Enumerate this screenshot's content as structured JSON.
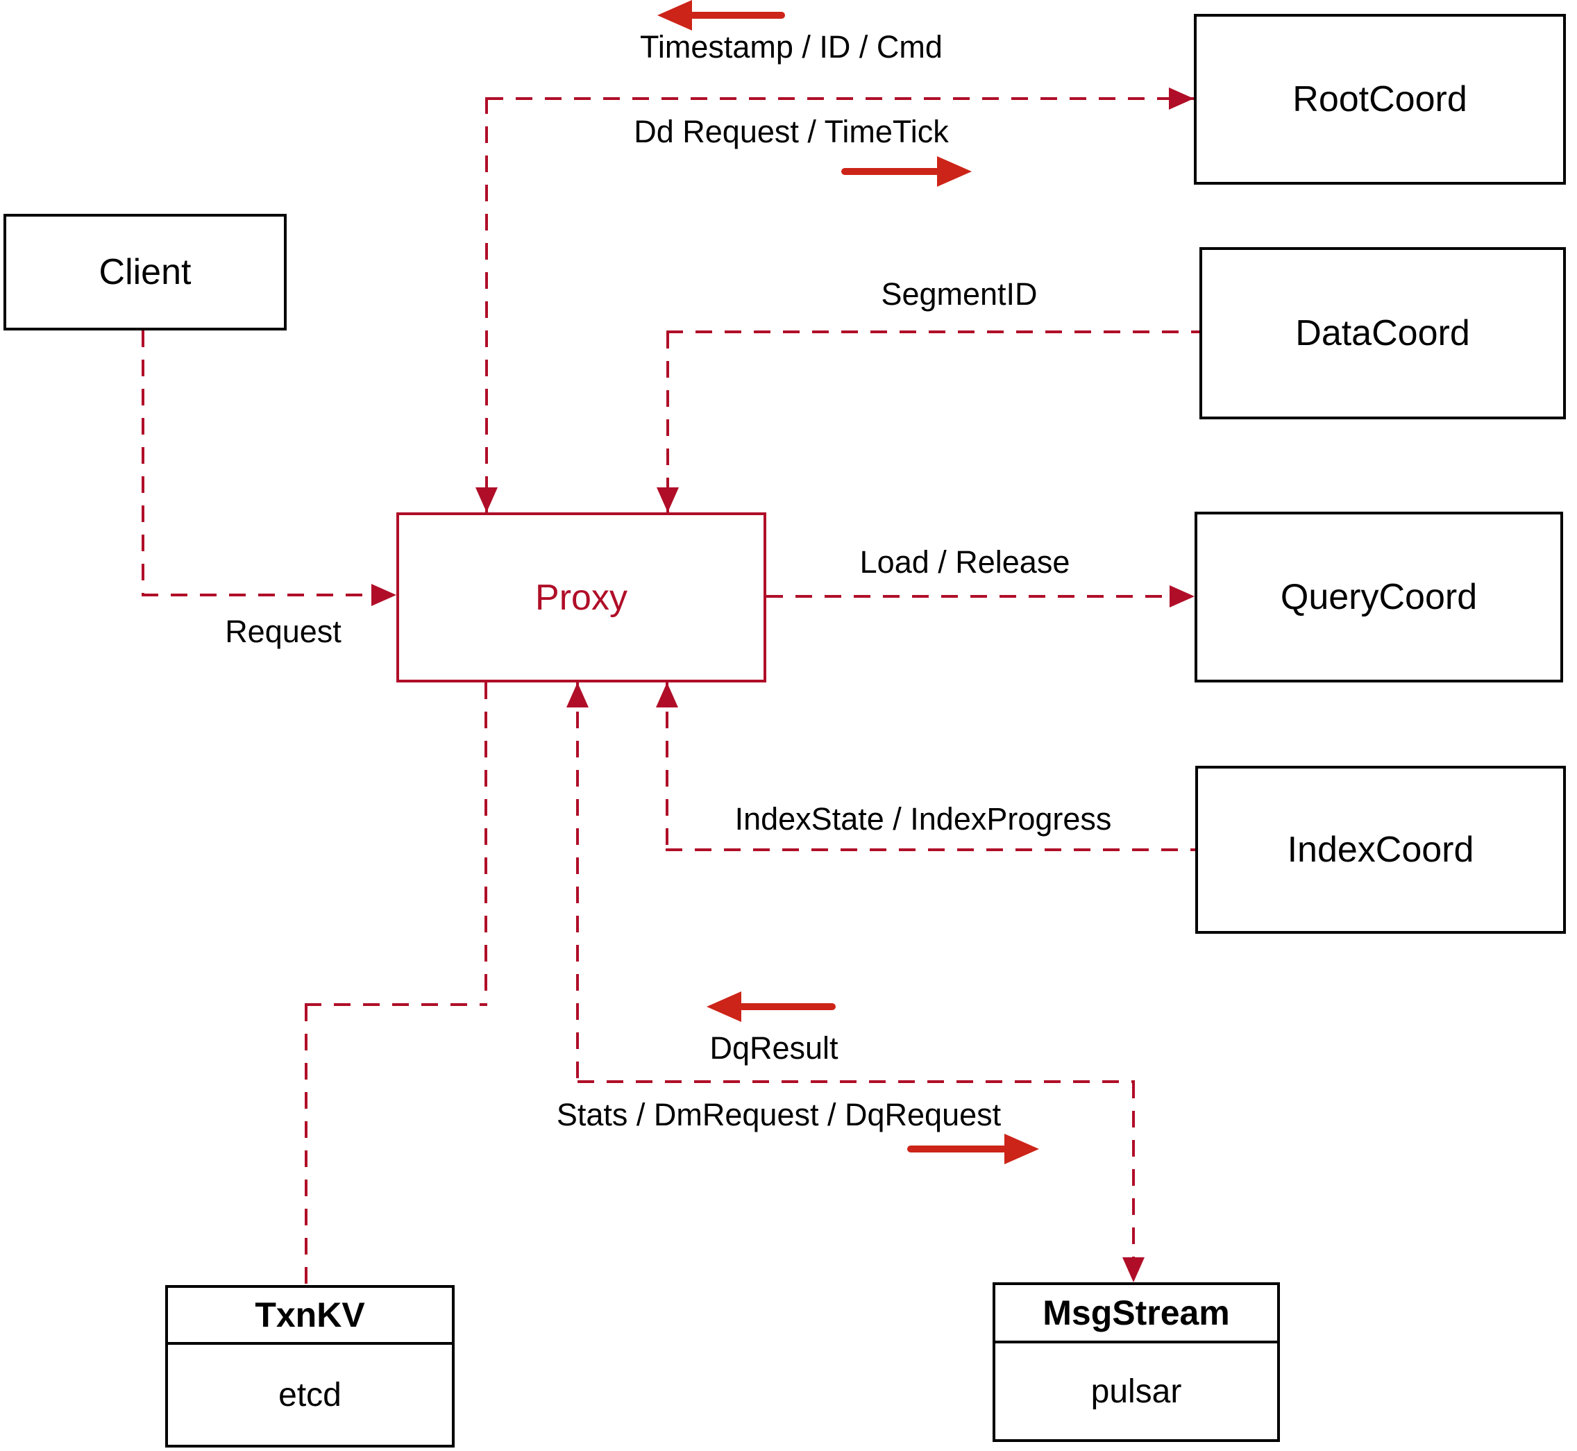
{
  "nodes": {
    "client": {
      "label": "Client"
    },
    "root_coord": {
      "label": "RootCoord"
    },
    "data_coord": {
      "label": "DataCoord"
    },
    "query_coord": {
      "label": "QueryCoord"
    },
    "index_coord": {
      "label": "IndexCoord"
    },
    "proxy": {
      "label": "Proxy"
    },
    "txn_kv": {
      "title": "TxnKV",
      "impl": "etcd"
    },
    "msg_stream": {
      "title": "MsgStream",
      "impl": "pulsar"
    }
  },
  "edge_labels": {
    "proxy_rootcoord_up": "Timestamp / ID / Cmd",
    "proxy_rootcoord_down": "Dd Request / TimeTick",
    "datacoord_proxy": "SegmentID",
    "client_proxy": "Request",
    "proxy_querycoord": "Load / Release",
    "indexcoord_proxy": "IndexState / IndexProgress",
    "msgstream_proxy_up": "DqResult",
    "proxy_msgstream_down": "Stats / DmRequest / DqRequest"
  },
  "colors": {
    "dashed_line": "#b00e28",
    "solid_arrow": "#cc2418",
    "node_border": "#000000",
    "proxy_accent": "#b00e28",
    "label_text": "#000000",
    "background": "#ffffff"
  }
}
